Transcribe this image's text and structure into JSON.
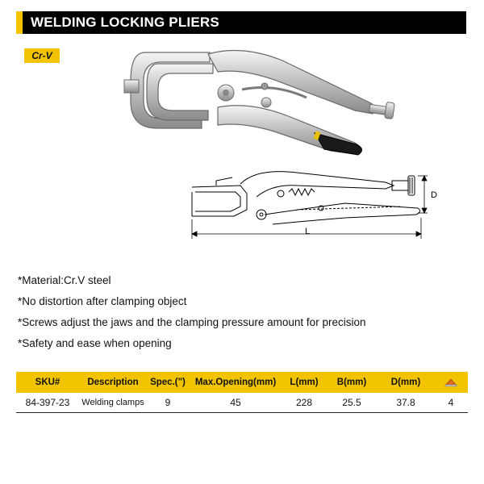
{
  "header": {
    "title": "WELDING LOCKING PLIERS"
  },
  "badge": {
    "label": "Cr-V"
  },
  "drawing": {
    "dimension_d": "D",
    "dimension_l": "L"
  },
  "features": [
    "*Material:Cr.V steel",
    "*No distortion after clamping object",
    "*Screws adjust the jaws and the clamping pressure amount for precision",
    "*Safety and ease when opening"
  ],
  "table": {
    "headers": [
      "SKU#",
      "Description",
      "Spec.(\")",
      "Max.Opening(mm)",
      "L(mm)",
      "B(mm)",
      "D(mm)"
    ],
    "weight_icon": "weight-icon",
    "rows": [
      [
        "84-397-23",
        "Welding clamps",
        "9",
        "45",
        "228",
        "25.5",
        "37.8",
        "4"
      ]
    ]
  },
  "colors": {
    "accent": "#f2c400",
    "header_bg": "#000000"
  }
}
